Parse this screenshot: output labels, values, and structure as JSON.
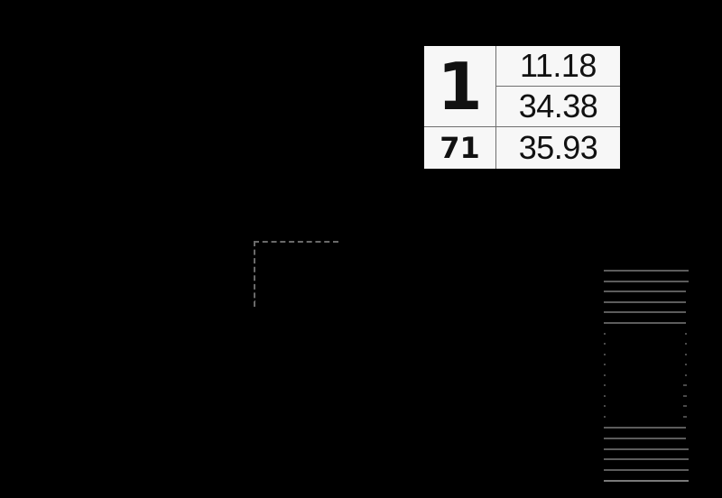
{
  "stat_card": {
    "primary_index": "1",
    "secondary_index": "71",
    "values": [
      "11.18",
      "34.38",
      "35.93"
    ],
    "background": "#f7f7f7",
    "divider_color": "#6f6f6f"
  },
  "selection": {
    "style": "dashed",
    "color": "#6a6a6a"
  },
  "ruler": {
    "line_color": "#5c5c5c",
    "top_lines": 6,
    "bottom_lines": 6,
    "tick_rows": 9
  }
}
